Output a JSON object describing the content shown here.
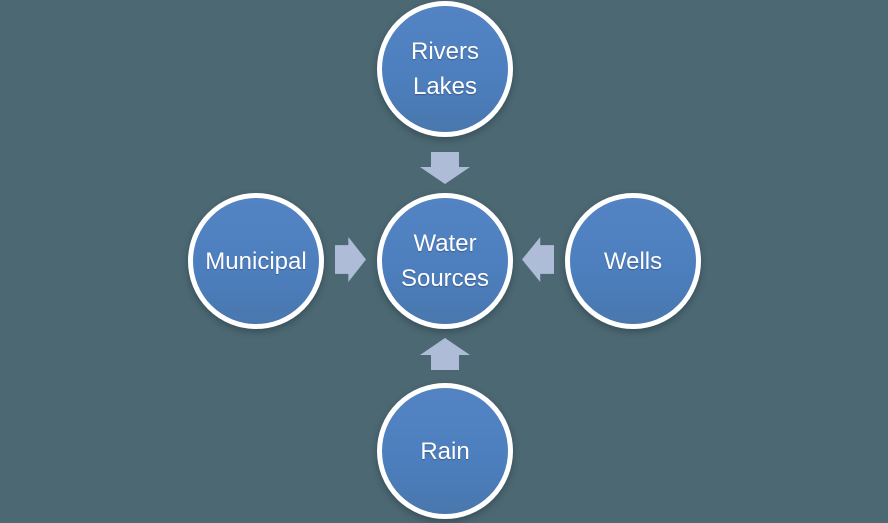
{
  "diagram": {
    "type": "hub-and-spoke converging diagram",
    "colors": {
      "background": "#4c6872",
      "node_fill": "#4d7fbf",
      "node_border": "#ffffff",
      "arrow": "#aebcd8",
      "text": "#ffffff"
    },
    "nodes": {
      "center": {
        "lines": [
          "Water",
          "Sources"
        ]
      },
      "top": {
        "lines": [
          "Rivers",
          "Lakes"
        ]
      },
      "left": {
        "lines": [
          "Municipal"
        ]
      },
      "right": {
        "lines": [
          "Wells"
        ]
      },
      "bottom": {
        "lines": [
          "Rain"
        ]
      }
    },
    "arrows": [
      {
        "name": "arrow-down",
        "direction": "down",
        "from": "Rivers Lakes",
        "to": "Water Sources"
      },
      {
        "name": "arrow-right",
        "direction": "right",
        "from": "Municipal",
        "to": "Water Sources"
      },
      {
        "name": "arrow-left",
        "direction": "left",
        "from": "Wells",
        "to": "Water Sources"
      },
      {
        "name": "arrow-up",
        "direction": "up",
        "from": "Rain",
        "to": "Water Sources"
      }
    ]
  }
}
